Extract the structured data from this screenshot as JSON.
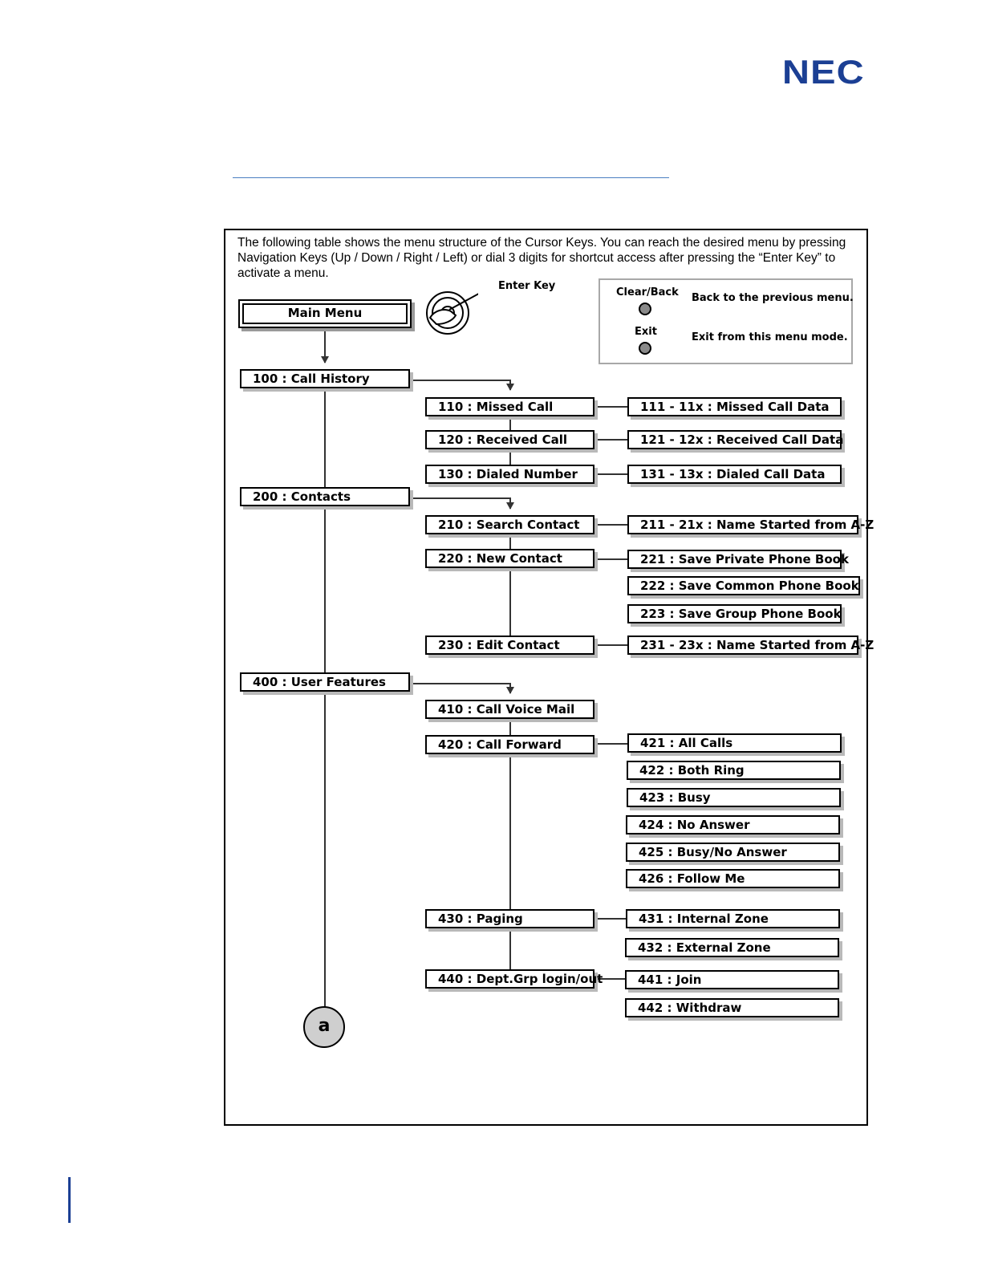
{
  "logo": "NEC",
  "intro_text": "The following table shows the menu structure of the Cursor Keys. You can reach the desired menu by pressing Navigation Keys (Up / Down / Right / Left) or dial 3 digits for shortcut access after pressing the “Enter Key” to activate a menu.",
  "main_menu": "Main Menu",
  "enter_key_label": "Enter Key",
  "legend": {
    "clear_back_key": "Clear/Back",
    "clear_back_desc": "Back to the previous menu.",
    "exit_key": "Exit",
    "exit_desc": "Exit from this menu mode."
  },
  "menus": {
    "m100": "100 : Call History",
    "m110": "110 : Missed Call",
    "m111": "111 - 11x : Missed Call Data",
    "m120": "120 : Received Call",
    "m121": "121 - 12x : Received Call Data",
    "m130": "130 : Dialed Number",
    "m131": "131 - 13x : Dialed Call Data",
    "m200": "200 : Contacts",
    "m210": "210 : Search Contact",
    "m211": "211 - 21x : Name Started from A-Z",
    "m220": "220 : New Contact",
    "m221": "221 : Save Private Phone Book",
    "m222": "222 : Save Common Phone Book",
    "m223": "223 : Save Group Phone Book",
    "m230": "230 : Edit Contact",
    "m231": "231 - 23x : Name Started from A-Z",
    "m400": "400 : User Features",
    "m410": "410 : Call Voice Mail",
    "m420": "420 : Call Forward",
    "m421": "421 : All Calls",
    "m422": "422 : Both Ring",
    "m423": "423 : Busy",
    "m424": "424 : No Answer",
    "m425": "425 : Busy/No Answer",
    "m426": "426 : Follow Me",
    "m430": "430 : Paging",
    "m431": "431 : Internal Zone",
    "m432": "432 : External Zone",
    "m440": "440 : Dept.Grp login/out",
    "m441": "441 : Join",
    "m442": "442 : Withdraw"
  },
  "connector_label": "a"
}
